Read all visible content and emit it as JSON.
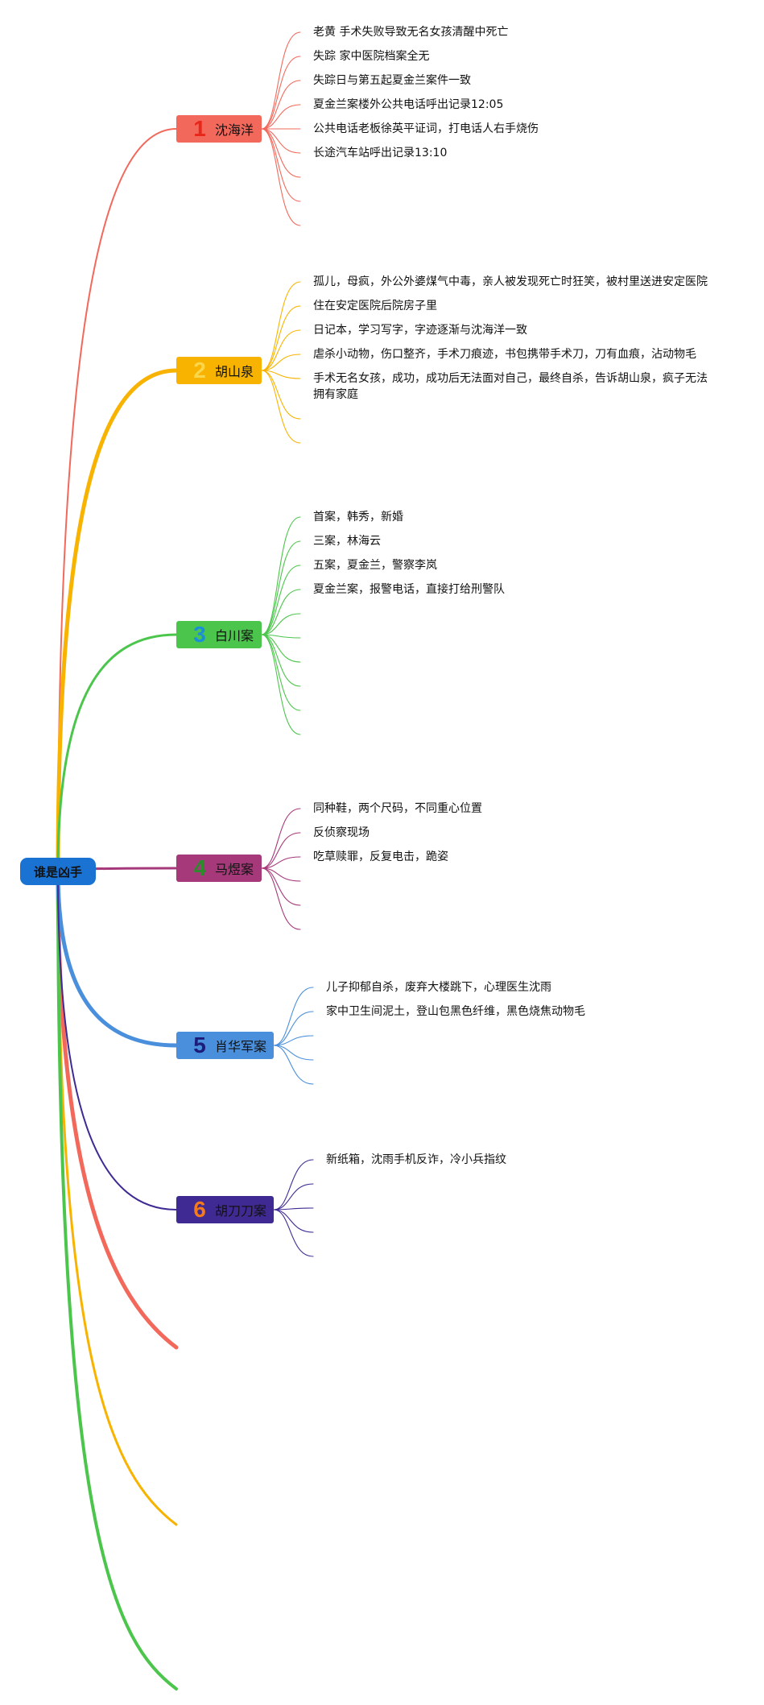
{
  "root": {
    "label": "谁是凶手"
  },
  "colors": {
    "b1": "#f2695c",
    "b2": "#f7b300",
    "b3": "#4cc54c",
    "b4": "#a6397a",
    "b5": "#4a8fdc",
    "b6": "#3f2a94"
  },
  "branches": [
    {
      "num": "1",
      "label": "沈海洋",
      "color": "#f2695c",
      "num_color": "#e8261a",
      "leaves": [
        "老黄 手术失败导致无名女孩清醒中死亡",
        "失踪 家中医院档案全无",
        "失踪日与第五起夏金兰案件一致",
        "夏金兰案楼外公共电话呼出记录12:05",
        "公共电话老板徐英平证词，打电话人右手烧伤",
        "长途汽车站呼出记录13:10"
      ],
      "empty_slots": 3
    },
    {
      "num": "2",
      "label": "胡山泉",
      "color": "#f7b300",
      "num_color": "#f9d64a",
      "leaves": [
        "孤儿，母疯，外公外婆煤气中毒，亲人被发现死亡时狂笑，被村里送进安定医院",
        "住在安定医院后院房子里",
        "日记本，学习写字，字迹逐渐与沈海洋一致",
        "虐杀小动物，伤口整齐，手术刀痕迹，书包携带手术刀，刀有血痕，沾动物毛",
        "手术无名女孩，成功，成功后无法面对自己，最终自杀，告诉胡山泉，疯子无法拥有家庭"
      ],
      "empty_slots": 2
    },
    {
      "num": "3",
      "label": "白川案",
      "color": "#4cc54c",
      "num_color": "#1a8fd8",
      "leaves": [
        "首案，韩秀，新婚",
        "三案，林海云",
        "五案，夏金兰，警察李岚",
        "夏金兰案，报警电话，直接打给刑警队"
      ],
      "empty_slots": 6
    },
    {
      "num": "4",
      "label": "马煜案",
      "color": "#a6397a",
      "num_color": "#2d8a2d",
      "leaves": [
        "同种鞋，两个尺码，不同重心位置",
        "反侦察现场",
        "吃草赎罪，反复电击，跪姿"
      ],
      "empty_slots": 3
    },
    {
      "num": "5",
      "label": "肖华军案",
      "color": "#4a8fdc",
      "num_color": "#1c1c7a",
      "leaves": [
        "儿子抑郁自杀，废弃大楼跳下，心理医生沈雨",
        "家中卫生间泥土，登山包黑色纤维，黑色烧焦动物毛"
      ],
      "empty_slots": 3
    },
    {
      "num": "6",
      "label": "胡刀刀案",
      "color": "#3f2a94",
      "num_color": "#f47a1c",
      "leaves": [
        "新纸箱，沈雨手机反诈，冷小兵指纹"
      ],
      "empty_slots": 4
    }
  ]
}
